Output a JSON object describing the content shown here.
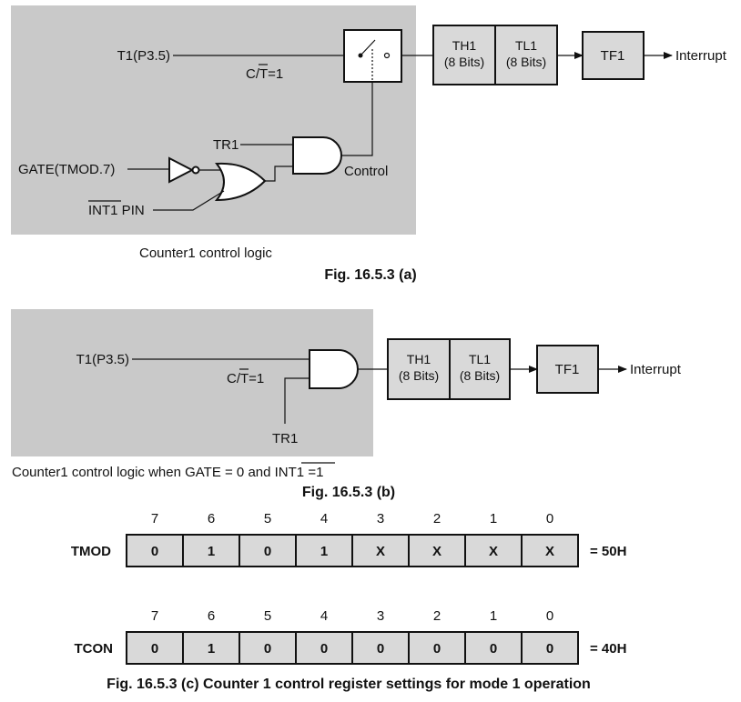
{
  "figure_a": {
    "t1_label": "T1(P3.5)",
    "ct_prefix": "C/",
    "ct_bar": "T",
    "ct_suffix": "=1",
    "tr1_label": "TR1",
    "gate_label": "GATE(TMOD.7)",
    "int1_bar": "INT1",
    "int1_suffix": " PIN",
    "control_label": "Control",
    "th1_name": "TH1",
    "th1_bits": "(8 Bits)",
    "tl1_name": "TL1",
    "tl1_bits": "(8 Bits)",
    "tf1": "TF1",
    "interrupt": "Interrupt",
    "subcaption": "Counter1 control logic",
    "caption": "Fig. 16.5.3 (a)"
  },
  "figure_b": {
    "t1_label": "T1(P3.5)",
    "ct_prefix": "C/",
    "ct_bar": "T",
    "ct_suffix": "=1",
    "tr1_label": "TR1",
    "th1_name": "TH1",
    "th1_bits": "(8 Bits)",
    "tl1_name": "TL1",
    "tl1_bits": "(8 Bits)",
    "tf1": "TF1",
    "interrupt": "Interrupt",
    "subcaption_prefix": "Counter1 control logic when GATE = 0 and ",
    "subcaption_bar": "INT1",
    "subcaption_suffix": " =1",
    "caption": "Fig. 16.5.3 (b)"
  },
  "registers": {
    "bit_numbers": [
      "7",
      "6",
      "5",
      "4",
      "3",
      "2",
      "1",
      "0"
    ],
    "tmod": {
      "name": "TMOD",
      "bits": [
        "0",
        "1",
        "0",
        "1",
        "X",
        "X",
        "X",
        "X"
      ],
      "value": "= 50H"
    },
    "tcon": {
      "name": "TCON",
      "bits": [
        "0",
        "1",
        "0",
        "0",
        "0",
        "0",
        "0",
        "0"
      ],
      "value": "= 40H"
    },
    "caption": "Fig. 16.5.3 (c) Counter 1 control register settings for mode 1 operation"
  }
}
